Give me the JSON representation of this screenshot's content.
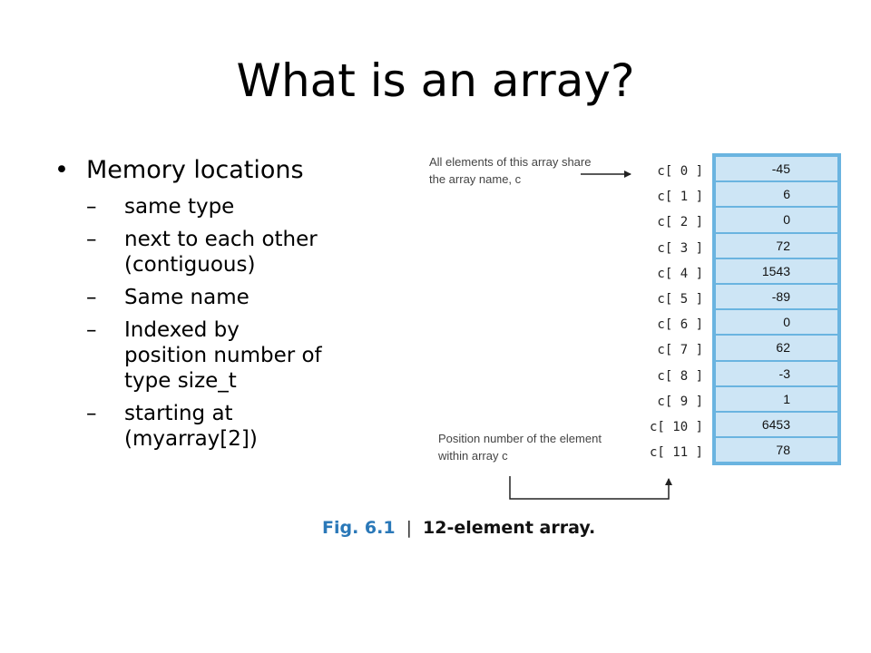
{
  "slide": {
    "title": "What is an array?",
    "bullets": [
      {
        "text": "Memory locations",
        "sub": [
          "same type",
          "next to each other (contiguous)",
          "Same name",
          "Indexed by position number of type size_t",
          "starting at (myarray[2])"
        ]
      }
    ]
  },
  "figure": {
    "note_top": "All elements of this array share the array name, c",
    "note_bottom": "Position number of the element within array c",
    "caption_number": "Fig. 6.1",
    "caption_sep": "|",
    "caption_text": "12-element array.",
    "accent_color": "#6ab4e0",
    "cell_color": "#cde5f5",
    "elements": [
      {
        "label": "c[ 0 ]",
        "value": "-45"
      },
      {
        "label": "c[ 1 ]",
        "value": "6"
      },
      {
        "label": "c[ 2 ]",
        "value": "0"
      },
      {
        "label": "c[ 3 ]",
        "value": "72"
      },
      {
        "label": "c[ 4 ]",
        "value": "1543"
      },
      {
        "label": "c[ 5 ]",
        "value": "-89"
      },
      {
        "label": "c[ 6 ]",
        "value": "0"
      },
      {
        "label": "c[ 7 ]",
        "value": "62"
      },
      {
        "label": "c[ 8 ]",
        "value": "-3"
      },
      {
        "label": "c[ 9 ]",
        "value": "1"
      },
      {
        "label": "c[ 10 ]",
        "value": "6453"
      },
      {
        "label": "c[ 11 ]",
        "value": "78"
      }
    ]
  }
}
